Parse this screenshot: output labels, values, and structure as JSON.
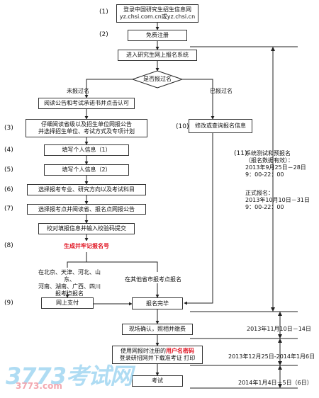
{
  "steps": {
    "s1": "(1)",
    "s2": "(2)",
    "s3": "(3)",
    "s4": "(4)",
    "s5": "(5)",
    "s6": "(6)",
    "s7": "(7)",
    "s8": "(8)",
    "s9": "(9)",
    "s10": "(10)",
    "s11": "(11)"
  },
  "boxes": {
    "login_line1": "登录中国研究生招生信息网",
    "login_line2": "yz.chsi.com.cn或yz.chsi.cn",
    "register": "免费注册",
    "enter_system": "进入研究生网上报名系统",
    "decision": "是否报过名",
    "read_notice": "阅读公告和考试承诺书并点击认可",
    "read_school_line1": "仔细阅读省级以及招生单位网报公告",
    "read_school_line2": "并选择招生单位、考试方式及专项计划",
    "info1": "填写个人信息（1）",
    "info2": "填写个人信息（2）",
    "choose_major": "选择报考专业、研究方向以及考试科目",
    "choose_point": "选择报考点并阅读省、报名点网报公告",
    "verify": "校对填报信息并输入校验码提交",
    "gen_number": "生成并牢记报名号",
    "pay_online": "网上支付",
    "done": "报名完毕",
    "modify": "修改或查询报名信息",
    "confirm": "现场确认，照相并缴费",
    "print_prefix": "使用网报时注册的",
    "print_red": "用户名密码",
    "print_line2": "登录研招网并下载准考证 打印",
    "exam": "考试"
  },
  "labels": {
    "not_registered": "未报过名",
    "registered": "已报过名",
    "regions_line1": "在北京、天津、河北、山东、",
    "regions_line2": "河南、湖南、广西、四川",
    "regions_line3": "报考点报名",
    "other_regions": "在其他省市报考点报名",
    "trial_line1": "系统测试和预报名",
    "trial_line2": "（报名数据有效）：",
    "trial_line3": "2013年9月25日－28日",
    "trial_line4": "9：00-22：00",
    "formal_line1": "正式报名：",
    "formal_line2": "2013年10月10日－31日",
    "formal_line3": "9：00-22：00",
    "date_confirm": "2013年11月10日－14日",
    "date_print": "2013年12月25日-2014年1月6日",
    "date_exam": "2014年1月4日－5日（6日）"
  },
  "watermark": {
    "brand": "3773考试网",
    "url": "3773.com"
  },
  "colors": {
    "accent_red": "#e0101e",
    "watermark_blue": "#6ec1ea",
    "watermark_pink": "#f3a8b0"
  }
}
